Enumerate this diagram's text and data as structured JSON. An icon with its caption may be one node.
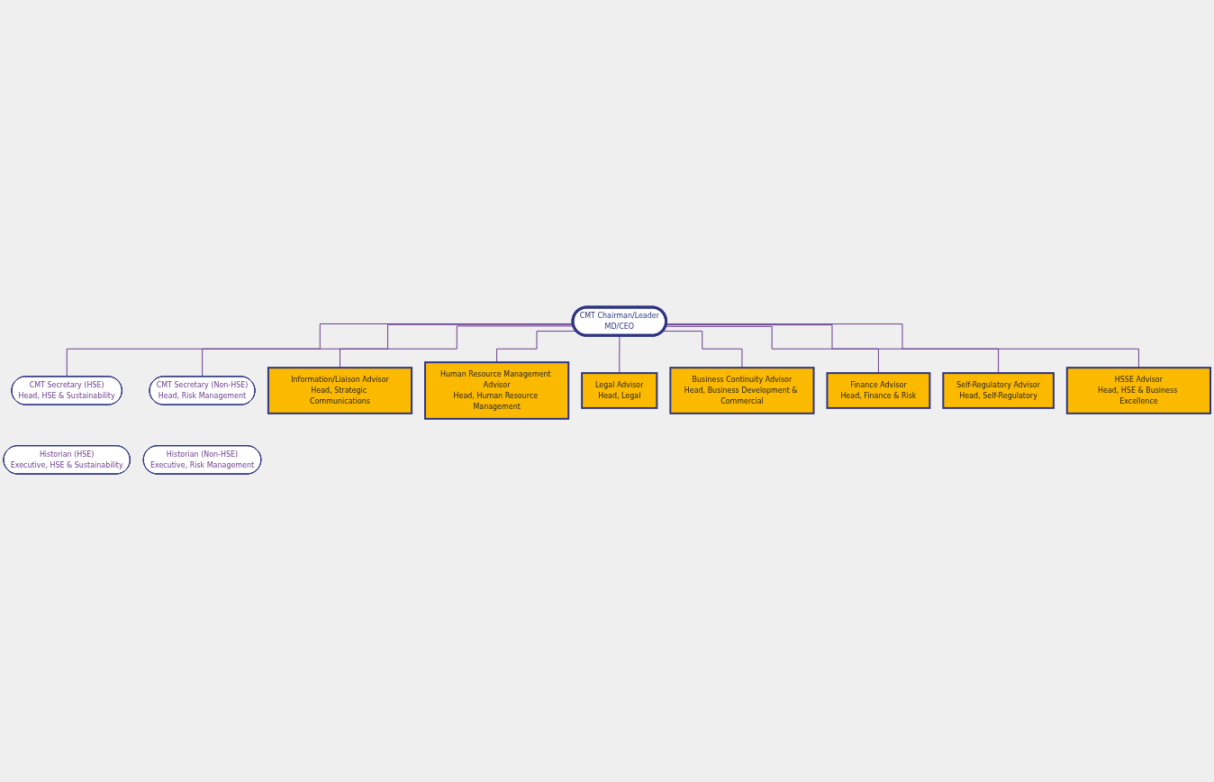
{
  "diagram": {
    "nodes": [
      {
        "text": [
          "CMT Chairman/Leader",
          "MD/CEO"
        ]
      },
      {
        "text": [
          "CMT Secretary (HSE)",
          "Head, HSE & Sustainability"
        ]
      },
      {
        "text": [
          "Historian (HSE)",
          "Executive, HSE & Sustainability"
        ]
      },
      {
        "text": [
          "CMT Secretary (Non-HSE)",
          "Head, Risk Management"
        ]
      },
      {
        "text": [
          "Historian (Non-HSE)",
          "Executive, Risk Management"
        ]
      },
      {
        "text": [
          "Information/Liaison Advisor",
          "Head, Strategic Communications"
        ]
      },
      {
        "text": [
          "Human Resource Management Advisor",
          "Head, Human Resource Management"
        ]
      },
      {
        "text": [
          "Legal Advisor",
          "Head, Legal"
        ]
      },
      {
        "text": [
          "Business Continuity Advisor",
          "Head, Business Development & Commercial"
        ]
      },
      {
        "text": [
          "Finance Advisor",
          "Head, Finance & Risk"
        ]
      },
      {
        "text": [
          "Self-Regulatory Advisor",
          "Head, Self-Regulatory"
        ]
      },
      {
        "text": [
          "HSSE Advisor",
          "Head, HSE & Business Excellence"
        ]
      }
    ],
    "edges": [
      {
        "from": 0,
        "to": 1,
        "arrow": "none"
      },
      {
        "from": 0,
        "to": 3,
        "arrow": "none"
      },
      {
        "from": 0,
        "to": 5,
        "arrow": "none"
      },
      {
        "from": 0,
        "to": 6,
        "arrow": "none"
      },
      {
        "from": 0,
        "to": 7,
        "arrow": "none"
      },
      {
        "from": 0,
        "to": 8,
        "arrow": "none"
      },
      {
        "from": 0,
        "to": 9,
        "arrow": "none"
      },
      {
        "from": 0,
        "to": 10,
        "arrow": "none"
      },
      {
        "from": 0,
        "to": 11,
        "arrow": "none"
      }
    ]
  }
}
